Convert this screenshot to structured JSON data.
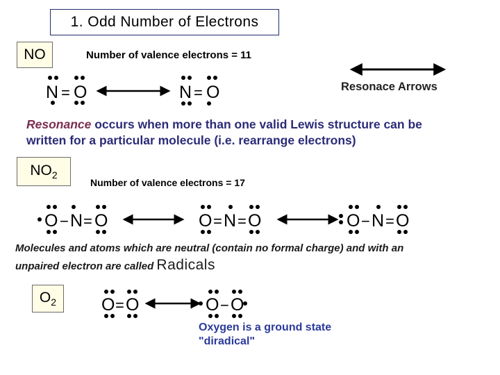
{
  "title": "1. Odd Number of Electrons",
  "no_section": {
    "formula": "NO",
    "valence_note": "Number of valence electrons = 11",
    "arrow_legend": "Resonace Arrows",
    "structures": [
      [
        "N",
        "=",
        "O"
      ],
      [
        "N",
        "=",
        "O"
      ]
    ]
  },
  "resonance_sentence": {
    "term": "Resonance",
    "rest_line1": " occurs when more than one valid Lewis structure can be",
    "line2": "written for a particular molecule (i.e. rearrange electrons)"
  },
  "no2_section": {
    "formula_main": "NO",
    "formula_sub": "2",
    "valence_note": "Number of valence electrons = 17",
    "structures": [
      [
        "O",
        "−",
        "N",
        "=",
        "O"
      ],
      [
        "O",
        "=",
        "N",
        "=",
        "O"
      ],
      [
        "O",
        "−",
        "N",
        "=",
        "O"
      ]
    ]
  },
  "radicals_sentence": {
    "line1": "Molecules and atoms which are neutral (contain no formal charge) and with an",
    "line2": "unpaired electron are called ",
    "term": "Radicals"
  },
  "o2_section": {
    "formula_main": "O",
    "formula_sub": "2",
    "structures": [
      [
        "O",
        "=",
        "O"
      ],
      [
        "O",
        "−",
        "O"
      ]
    ],
    "note_line1": "Oxygen is a ground state",
    "note_line2": "\"diradical\""
  },
  "colors": {
    "accent_blue": "#2b3a9a",
    "resonance_text": "#2b2b78",
    "resonance_term": "#7a2e4f",
    "formula_box_fill": "#fffde6",
    "title_border": "#1f2a6a"
  }
}
